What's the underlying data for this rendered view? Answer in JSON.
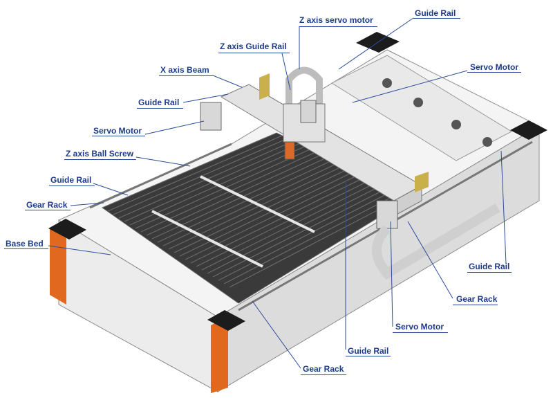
{
  "colors": {
    "label_text": "#1e3a8a",
    "leader_line": "#2c4a9a",
    "frame_white": "#f3f3f3",
    "accent_orange": "#e0691f",
    "slat_dark": "#3c3c3c",
    "corner_black": "#1c1c1c"
  },
  "labels": {
    "z_axis_servo_motor": "Z axis servo motor",
    "guide_rail_top": "Guide Rail",
    "z_axis_guide_rail": "Z axis Guide Rail",
    "servo_motor_top_right": "Servo Motor",
    "x_axis_beam": "X axis Beam",
    "guide_rail_left_upper": "Guide Rail",
    "servo_motor_left": "Servo Motor",
    "z_axis_ball_screw": "Z axis Ball Screw",
    "guide_rail_left_lower": "Guide Rail",
    "gear_rack_left": "Gear Rack",
    "base_bed": "Base Bed",
    "guide_rail_right": "Guide Rail",
    "gear_rack_right": "Gear Rack",
    "servo_motor_bottom": "Servo Motor",
    "guide_rail_bottom": "Guide Rail",
    "gear_rack_bottom": "Gear Rack"
  }
}
